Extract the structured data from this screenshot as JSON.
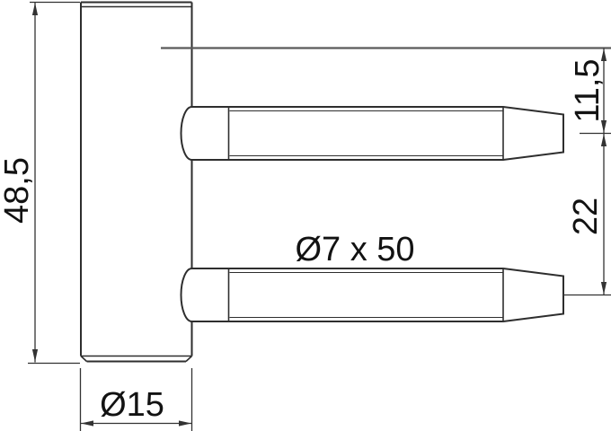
{
  "drawing": {
    "labels": {
      "overall_height": "48,5",
      "pin1_offset_from_top": "11,5",
      "pin_center_spacing": "22",
      "pin_spec": "Ø7 x 50",
      "body_diameter": "Ø15"
    },
    "colors": {
      "outline": "#2e2e2e",
      "dimension": "#333333",
      "reference_line": "#5a5a5a",
      "text": "#121212",
      "background": "#ffffff"
    }
  }
}
